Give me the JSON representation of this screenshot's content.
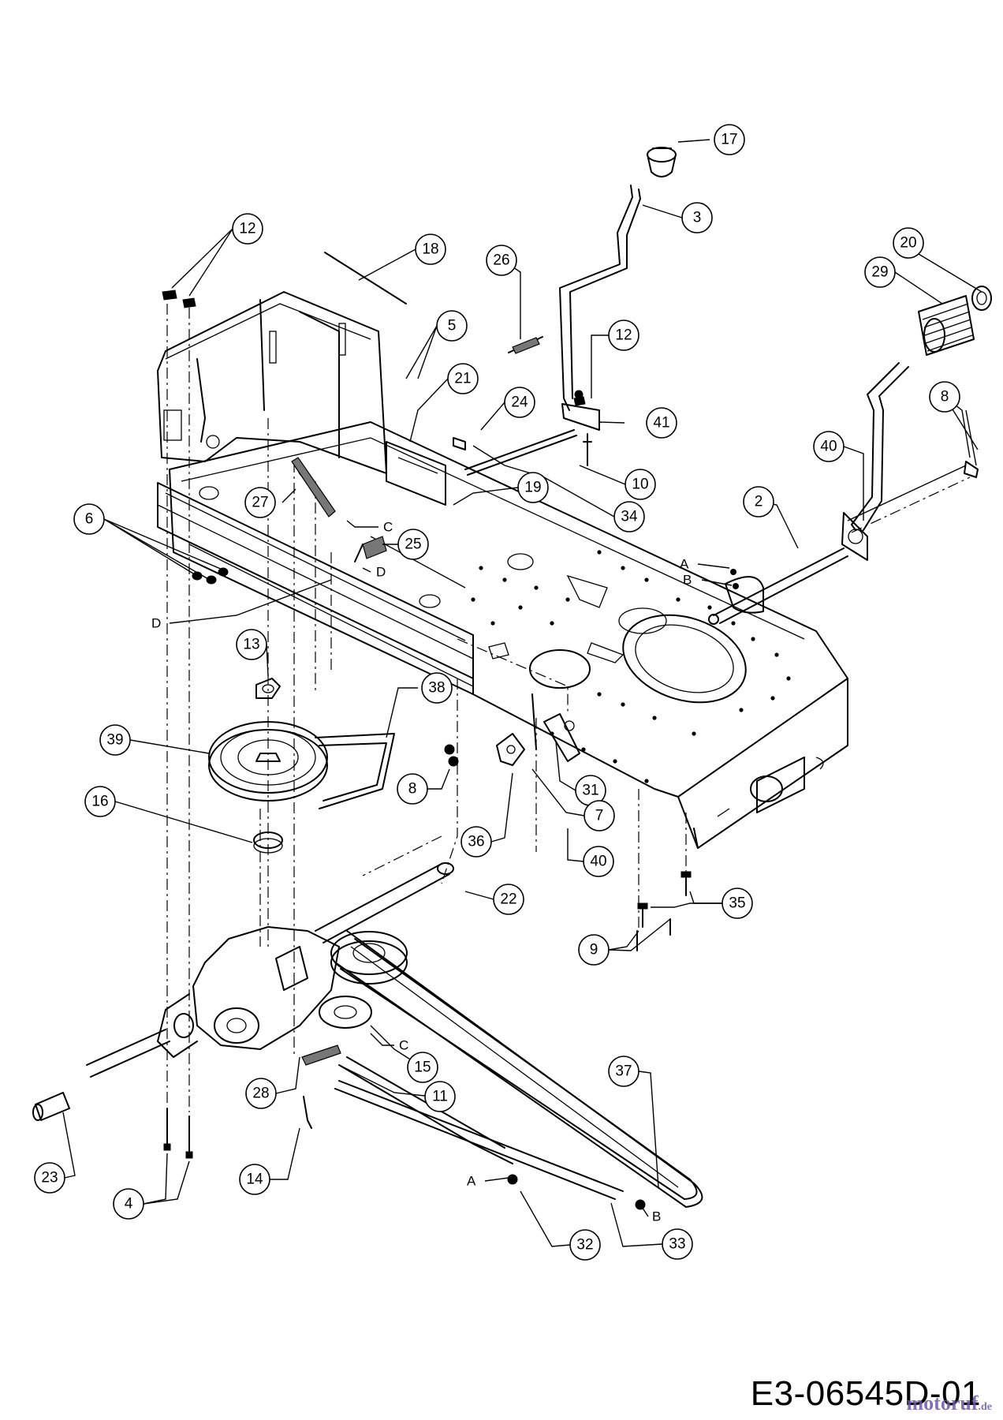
{
  "drawing_code": "E3-06545D-01",
  "watermark": {
    "brand": "motoruf",
    "tld": ".de"
  },
  "callouts": [
    {
      "id": "c17",
      "label": "17"
    },
    {
      "id": "c3",
      "label": "3"
    },
    {
      "id": "c12a",
      "label": "12"
    },
    {
      "id": "c18",
      "label": "18"
    },
    {
      "id": "c26",
      "label": "26"
    },
    {
      "id": "c5",
      "label": "5"
    },
    {
      "id": "c12b",
      "label": "12"
    },
    {
      "id": "c20",
      "label": "20"
    },
    {
      "id": "c29",
      "label": "29"
    },
    {
      "id": "c21",
      "label": "21"
    },
    {
      "id": "c24",
      "label": "24"
    },
    {
      "id": "c41",
      "label": "41"
    },
    {
      "id": "c8a",
      "label": "8"
    },
    {
      "id": "c10",
      "label": "10"
    },
    {
      "id": "c40a",
      "label": "40"
    },
    {
      "id": "c19",
      "label": "19"
    },
    {
      "id": "c27",
      "label": "27"
    },
    {
      "id": "c34",
      "label": "34"
    },
    {
      "id": "c2",
      "label": "2"
    },
    {
      "id": "c6",
      "label": "6"
    },
    {
      "id": "c25",
      "label": "25"
    },
    {
      "id": "c13",
      "label": "13"
    },
    {
      "id": "c38",
      "label": "38"
    },
    {
      "id": "c39",
      "label": "39"
    },
    {
      "id": "c16",
      "label": "16"
    },
    {
      "id": "c8b",
      "label": "8"
    },
    {
      "id": "c31",
      "label": "31"
    },
    {
      "id": "c7",
      "label": "7"
    },
    {
      "id": "c36",
      "label": "36"
    },
    {
      "id": "c40b",
      "label": "40"
    },
    {
      "id": "c22",
      "label": "22"
    },
    {
      "id": "c35",
      "label": "35"
    },
    {
      "id": "c9",
      "label": "9"
    },
    {
      "id": "c37",
      "label": "37"
    },
    {
      "id": "c15",
      "label": "15"
    },
    {
      "id": "c11",
      "label": "11"
    },
    {
      "id": "c28",
      "label": "28"
    },
    {
      "id": "c23",
      "label": "23"
    },
    {
      "id": "c4",
      "label": "4"
    },
    {
      "id": "c14",
      "label": "14"
    },
    {
      "id": "c32",
      "label": "32"
    },
    {
      "id": "c33",
      "label": "33"
    }
  ],
  "references": [
    {
      "id": "rC1",
      "label": "C"
    },
    {
      "id": "rD1",
      "label": "D"
    },
    {
      "id": "rD2",
      "label": "D"
    },
    {
      "id": "rA1",
      "label": "A"
    },
    {
      "id": "rB1",
      "label": "B"
    },
    {
      "id": "rC2",
      "label": "C"
    },
    {
      "id": "rA2",
      "label": "A"
    },
    {
      "id": "rB2",
      "label": "B"
    }
  ]
}
